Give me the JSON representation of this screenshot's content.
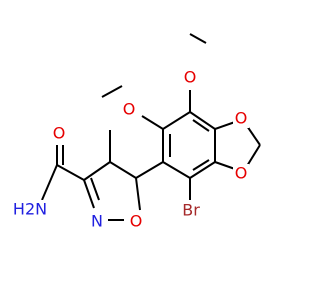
{
  "molecule": {
    "atoms": {
      "O_methoxy_top": {
        "text": "O",
        "color": "#e60000"
      },
      "O_methoxy_left": {
        "text": "O",
        "color": "#e60000"
      },
      "O_dioxole_upper": {
        "text": "O",
        "color": "#e60000"
      },
      "O_dioxole_lower": {
        "text": "O",
        "color": "#e60000"
      },
      "O_amide": {
        "text": "O",
        "color": "#e60000"
      },
      "O_isoxazoline": {
        "text": "O",
        "color": "#e60000"
      },
      "N_ring": {
        "text": "N",
        "color": "#2020e0"
      },
      "N_amide": {
        "text": "H2N",
        "color": "#2020e0"
      },
      "Br": {
        "text": "Br",
        "color": "#a5292a"
      }
    }
  }
}
